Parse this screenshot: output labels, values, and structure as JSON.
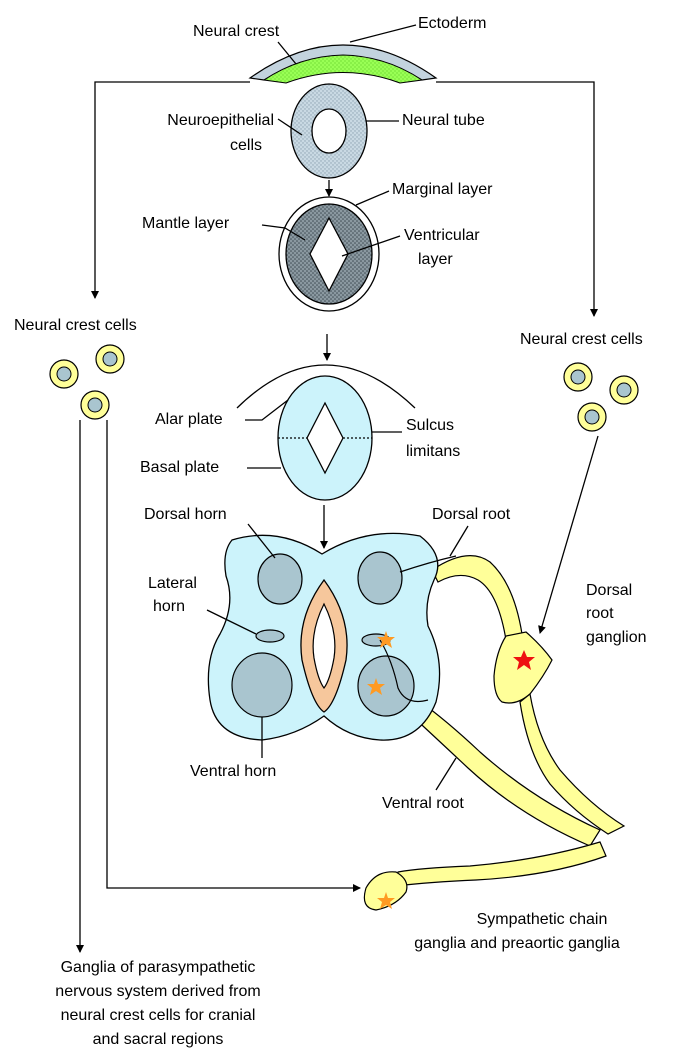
{
  "labels": {
    "neural_crest": "Neural crest",
    "ectoderm": "Ectoderm",
    "neuroepithelial_1": "Neuroepithelial",
    "neuroepithelial_2": "cells",
    "neural_tube": "Neural tube",
    "marginal_layer": "Marginal layer",
    "mantle_layer": "Mantle layer",
    "ventricular_1": "Ventricular",
    "ventricular_2": "layer",
    "neural_crest_cells_left": "Neural crest cells",
    "neural_crest_cells_right": "Neural crest cells",
    "alar_plate": "Alar plate",
    "basal_plate": "Basal plate",
    "sulcus_1": "Sulcus",
    "sulcus_2": "limitans",
    "dorsal_horn": "Dorsal horn",
    "dorsal_root": "Dorsal root",
    "lateral_horn_1": "Lateral",
    "lateral_horn_2": "horn",
    "dorsal_root_ganglion_1": "Dorsal",
    "dorsal_root_ganglion_2": "root",
    "dorsal_root_ganglion_3": "ganglion",
    "ventral_horn": "Ventral horn",
    "ventral_root": "Ventral root",
    "sympathetic_1": "Sympathetic chain",
    "sympathetic_2": "ganglia and preaortic ganglia",
    "parasympathetic_1": "Ganglia of parasympathetic",
    "parasympathetic_2": "nervous system derived from",
    "parasympathetic_3": "neural crest cells for cranial",
    "parasympathetic_4": "and sacral regions"
  },
  "colors": {
    "ectoderm": "#c3d3de",
    "neural_crest": "#99ff55",
    "neural_tube": "#c9d9e3",
    "mantle": "#8a98a0",
    "cord": "#ccf3fb",
    "horn": "#a9c5cf",
    "canal": "#f6c79c",
    "nerve": "#ffff99",
    "cell_outer": "#ffff99",
    "cell_inner": "#a9c5cf",
    "star_red": "#ee1111",
    "star_orange": "#ff9a22"
  }
}
